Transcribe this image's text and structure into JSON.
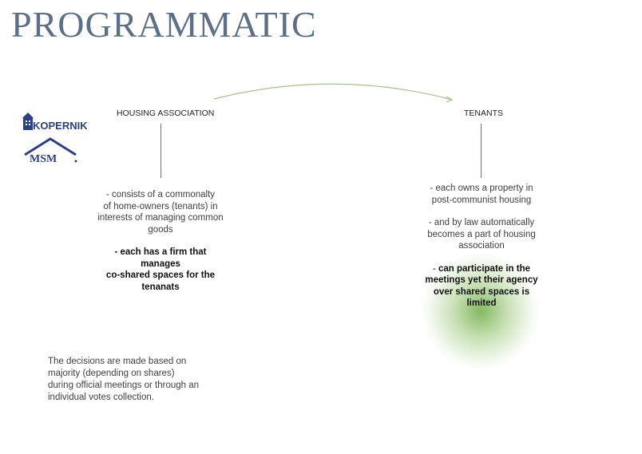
{
  "title": "PROGRAMMATIC",
  "colors": {
    "title": "#5b7088",
    "arc": "#a8c090",
    "line": "#8c6b6b",
    "glow": "#70ad47",
    "logo": "#2b3f8c"
  },
  "left": {
    "heading": "HOUSING ASSOCIATION",
    "lines": [
      "- consists of a commonalty",
      "of home-owners (tenants) in",
      "interests of managing common",
      "goods"
    ],
    "bold_lines": [
      "- each has a firm that",
      "manages",
      "co-shared spaces for the",
      "tenanats"
    ]
  },
  "right": {
    "heading": "TENANTS",
    "para1": [
      "- each owns a property in",
      "post-communist housing"
    ],
    "para2": [
      "- and by law automatically",
      "becomes a part of housing",
      "association"
    ],
    "bold_lead": "- ",
    "bold_lines": [
      "can participate in the",
      "meetings yet their agency",
      "over shared spaces is",
      "limited"
    ]
  },
  "note": [
    "The decisions are made based on",
    "majority (depending on shares)",
    "during official meetings or through an",
    "individual votes collection."
  ],
  "logos": {
    "kopernik": "KOPERNIK",
    "msm": "MSM"
  }
}
